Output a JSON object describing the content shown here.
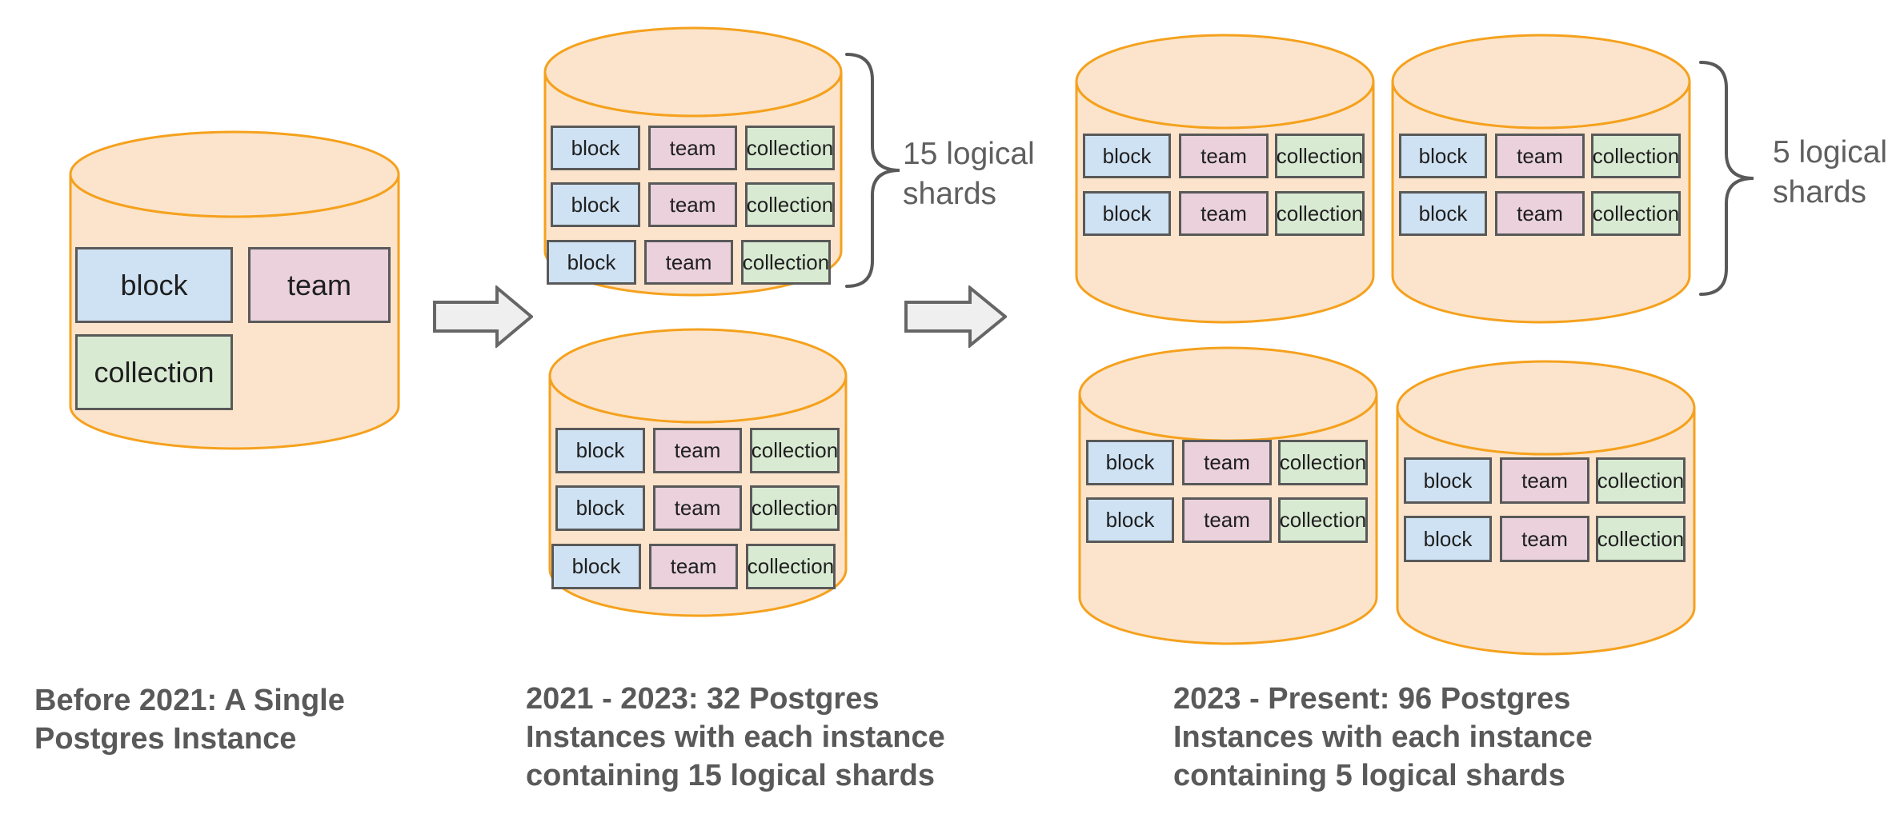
{
  "tables": {
    "block": "block",
    "team": "team",
    "collection": "collection"
  },
  "stages": [
    {
      "id": "before-2021",
      "caption_lines": [
        "Before 2021: A Single",
        "Postgres Instance"
      ],
      "instance_count": 1,
      "shards_per_instance": 1
    },
    {
      "id": "2021-2023",
      "caption_lines": [
        "2021 - 2023: 32 Postgres",
        "Instances with each instance",
        "containing 15 logical shards"
      ],
      "annotation_lines": [
        "15 logical",
        "shards"
      ],
      "instance_count": 32,
      "shards_per_instance": 15
    },
    {
      "id": "2023-present",
      "caption_lines": [
        "2023 - Present: 96 Postgres",
        "Instances with each instance",
        "containing 5 logical shards"
      ],
      "annotation_lines": [
        "5 logical",
        "shards"
      ],
      "instance_count": 96,
      "shards_per_instance": 5
    }
  ],
  "icons": {
    "flow_arrow": "block-arrow-right",
    "shard_brace": "curly-brace-right"
  },
  "colors": {
    "cylinder_fill": "#FBE4CB",
    "cylinder_stroke": "#F5A11D",
    "block_fill": "#CFE2F3",
    "team_fill": "#EAD1DC",
    "collection_fill": "#D9EAD3",
    "box_border": "#595959",
    "arrow_fill": "#EFEFEF",
    "arrow_stroke": "#666666",
    "text_gray": "#595959"
  }
}
